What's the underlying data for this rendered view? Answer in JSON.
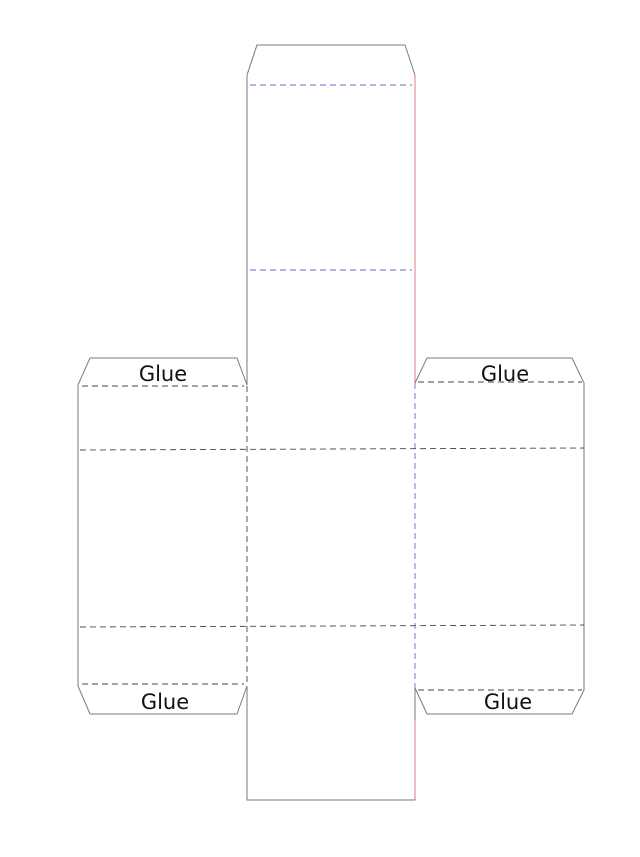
{
  "net": {
    "glue_labels": [
      "Glue",
      "Glue",
      "Glue",
      "Glue"
    ]
  }
}
